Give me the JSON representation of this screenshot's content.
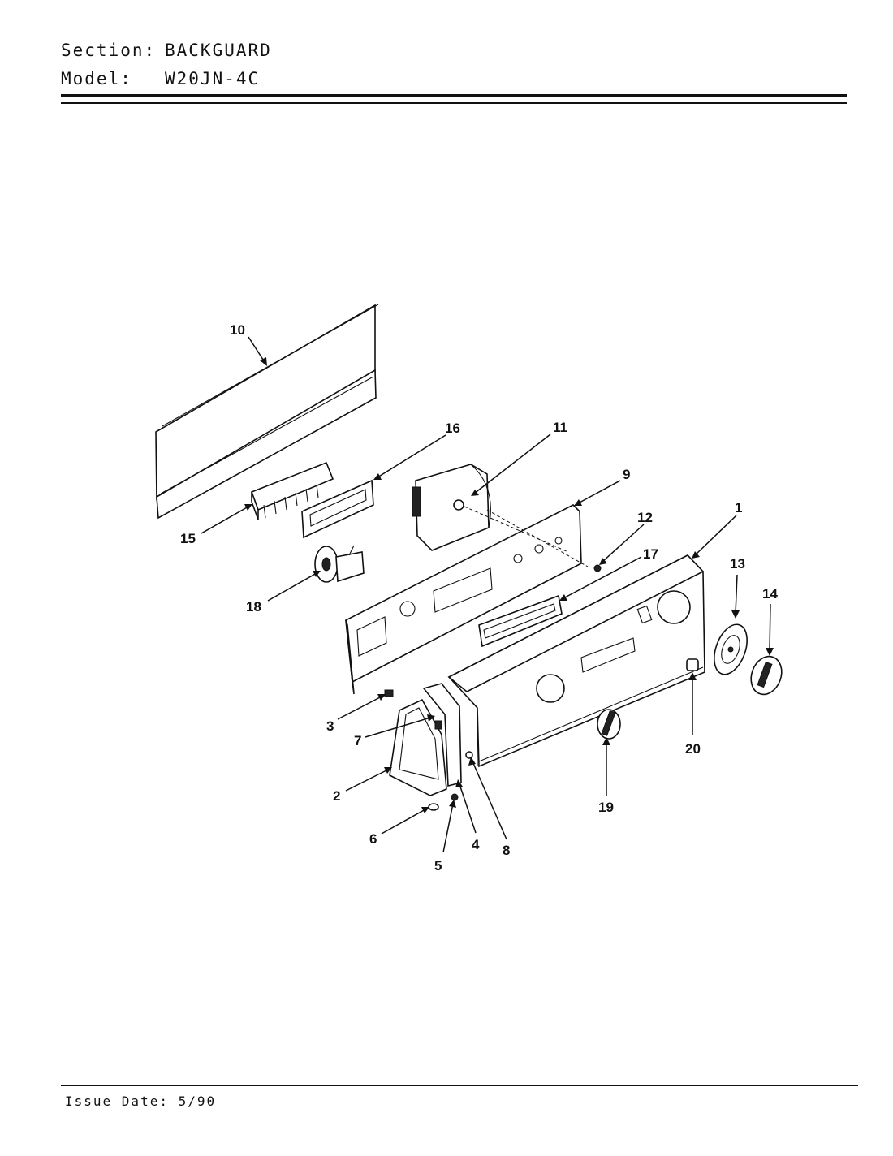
{
  "header": {
    "section_label": "Section:",
    "section_value": "BACKGUARD",
    "model_label": "Model:",
    "model_value": "W20JN-4C"
  },
  "footer": {
    "issue_date": "Issue Date: 5/90"
  },
  "callouts": [
    "1",
    "2",
    "3",
    "4",
    "5",
    "6",
    "7",
    "8",
    "9",
    "10",
    "11",
    "12",
    "13",
    "14",
    "15",
    "16",
    "17",
    "18",
    "19",
    "20"
  ]
}
